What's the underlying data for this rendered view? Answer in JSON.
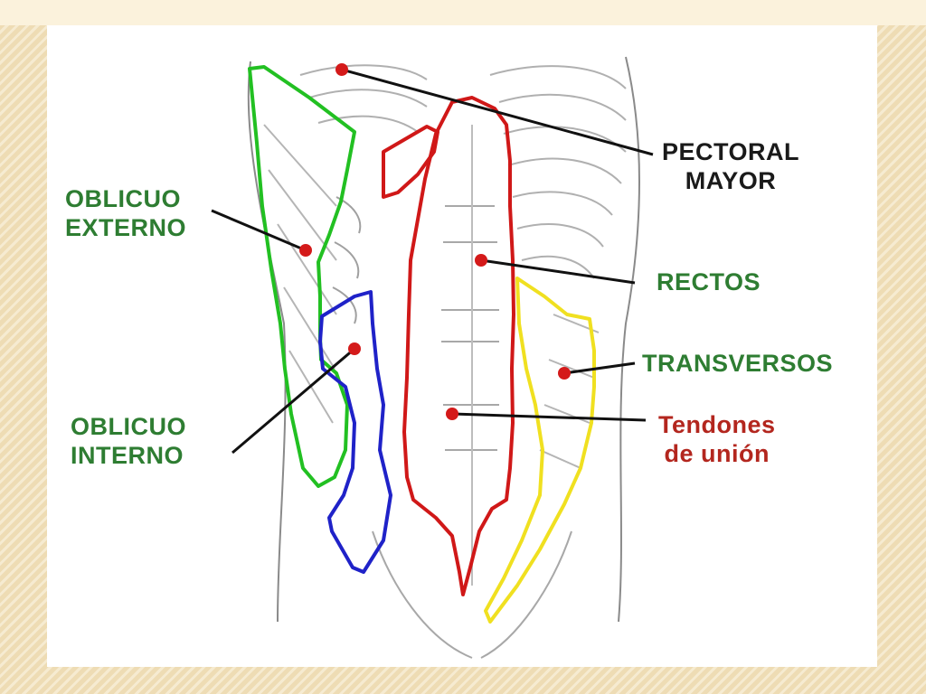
{
  "labels": {
    "pectoral_line1": "PECTORAL",
    "pectoral_line2": "MAYOR",
    "oblicuo_externo_line1": "OBLICUO",
    "oblicuo_externo_line2": "EXTERNO",
    "rectos": "RECTOS",
    "transversos": "TRANSVERSOS",
    "oblicuo_interno_line1": "OBLICUO",
    "oblicuo_interno_line2": "INTERNO",
    "tendones_line1": "Tendones",
    "tendones_line2": "de unión"
  },
  "colors": {
    "oblicuo_externo": "#22c022",
    "oblicuo_interno": "#1f22c8",
    "rectos": "#d01818",
    "transversos": "#f0e020",
    "marker": "#d41a1a",
    "label_green": "#2e7d32",
    "label_red": "#b3261e"
  }
}
